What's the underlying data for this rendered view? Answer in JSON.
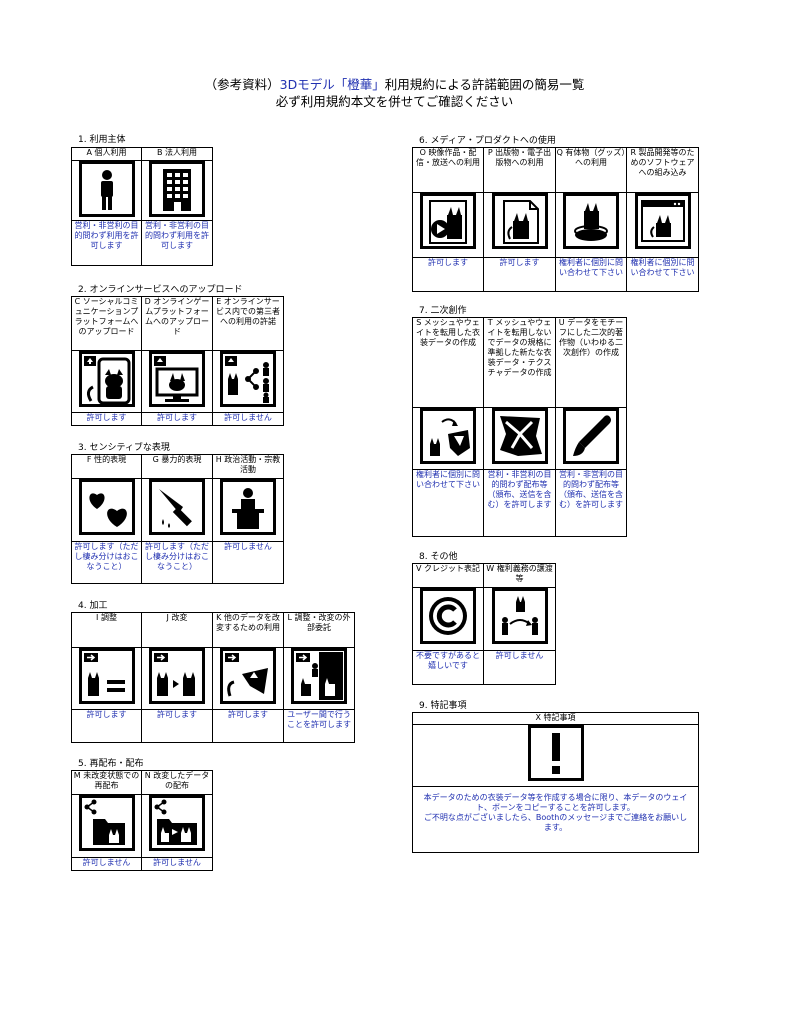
{
  "header": {
    "line1_prefix": "（参考資料）",
    "line1_model": "3Dモデル「橙華」",
    "line1_suffix": "利用規約による許諾範囲の簡易一覧",
    "line2": "必ず利用規約本文を併せてご確認ください"
  },
  "sections": {
    "s1": {
      "title": "1. 利用主体",
      "items": [
        {
          "label": "A 個人利用",
          "icon": "person-icon",
          "status": "営利・非営利の目的問わず利用を許可します"
        },
        {
          "label": "B 法人利用",
          "icon": "building-icon",
          "status": "営利・非営利の目的問わず利用を許可します"
        }
      ]
    },
    "s2": {
      "title": "2. オンラインサービスへのアップロード",
      "items": [
        {
          "label": "C ソーシャルコミュニケーションプラットフォームへのアップロード",
          "icon": "upload-phone-icon",
          "status": "許可します"
        },
        {
          "label": "D オンラインゲームプラットフォームへのアップロード",
          "icon": "upload-monitor-icon",
          "status": "許可します"
        },
        {
          "label": "E オンラインサービス内での第三者への利用の許諾",
          "icon": "share-users-icon",
          "status": "許可しません"
        }
      ]
    },
    "s3": {
      "title": "3. センシティブな表現",
      "items": [
        {
          "label": "F 性的表現",
          "icon": "hearts-icon",
          "status": "許可します（ただし棲み分けはおこなうこと）"
        },
        {
          "label": "G 暴力的表現",
          "icon": "knife-icon",
          "status": "許可します（ただし棲み分けはおこなうこと）"
        },
        {
          "label": "H 政治活動・宗教活動",
          "icon": "speaker-podium-icon",
          "status": "許可しません"
        }
      ]
    },
    "s4": {
      "title": "4. 加工",
      "items": [
        {
          "label": "I 調整",
          "icon": "adjust-icon",
          "status": "許可します"
        },
        {
          "label": "J 改変",
          "icon": "modify-icon",
          "status": "許可します"
        },
        {
          "label": "K 他のデータを改変するための利用",
          "icon": "other-data-icon",
          "status": "許可します"
        },
        {
          "label": "L 調整・改変の外部委託",
          "icon": "outsource-icon",
          "status": "ユーザー間で行うことを許可します"
        }
      ]
    },
    "s5": {
      "title": "5. 再配布・配布",
      "items": [
        {
          "label": "M 未改変状態での再配布",
          "icon": "share-folder-icon",
          "status": "許可しません"
        },
        {
          "label": "N 改変したデータの配布",
          "icon": "modified-folder-icon",
          "status": "許可しません"
        }
      ]
    },
    "s6": {
      "title": "6. メディア・プロダクトへの使用",
      "items": [
        {
          "label": "O 映像作品・配信・放送への利用",
          "icon": "video-icon",
          "status": "許可します"
        },
        {
          "label": "P 出版物・電子出版物への利用",
          "icon": "publication-icon",
          "status": "許可します"
        },
        {
          "label": "Q 有体物（グッズ）への利用",
          "icon": "figure-icon",
          "status": "権利者に個別に問い合わせて下さい"
        },
        {
          "label": "R 製品開発等のためのソフトウェアへの組み込み",
          "icon": "software-window-icon",
          "status": "権利者に個別に問い合わせて下さい"
        }
      ]
    },
    "s7": {
      "title": "7. 二次創作",
      "items": [
        {
          "label": "S メッシュやウェイトを転用した衣装データの作成",
          "icon": "mesh-transfer-icon",
          "status": "権利者に個別に問い合わせて下さい"
        },
        {
          "label": "T メッシュやウェイトを転用しないでデータの規格に準拠した新たな衣装データ・テクスチャデータの作成",
          "icon": "cloth-icon",
          "status": "営利・非営利の目的問わず配布等（頒布、送信を含む）を許可します"
        },
        {
          "label": "U データをモチーフにした二次的著作物（いわゆる二次創作）の作成",
          "icon": "brush-icon",
          "status": "営利・非営利の目的問わず配布等（頒布、送信を含む）を許可します"
        }
      ]
    },
    "s8": {
      "title": "8. その他",
      "items": [
        {
          "label": "V クレジット表記",
          "icon": "copyright-icon",
          "status": "不要ですがあると嬉しいです"
        },
        {
          "label": "W 権利義務の譲渡等",
          "icon": "transfer-icon",
          "status": "許可しません"
        }
      ]
    },
    "s9": {
      "title": "9. 特記事項",
      "items": [
        {
          "label": "X 特記事項",
          "icon": "exclamation-icon",
          "status_lines": [
            "本データのための衣装データ等を作成する場合に限り、本データのウェイト、ボーンをコピーすることを許可します。",
            "ご不明な点がございましたら、Boothのメッセージまでご連絡をお願いします。"
          ]
        }
      ]
    }
  }
}
